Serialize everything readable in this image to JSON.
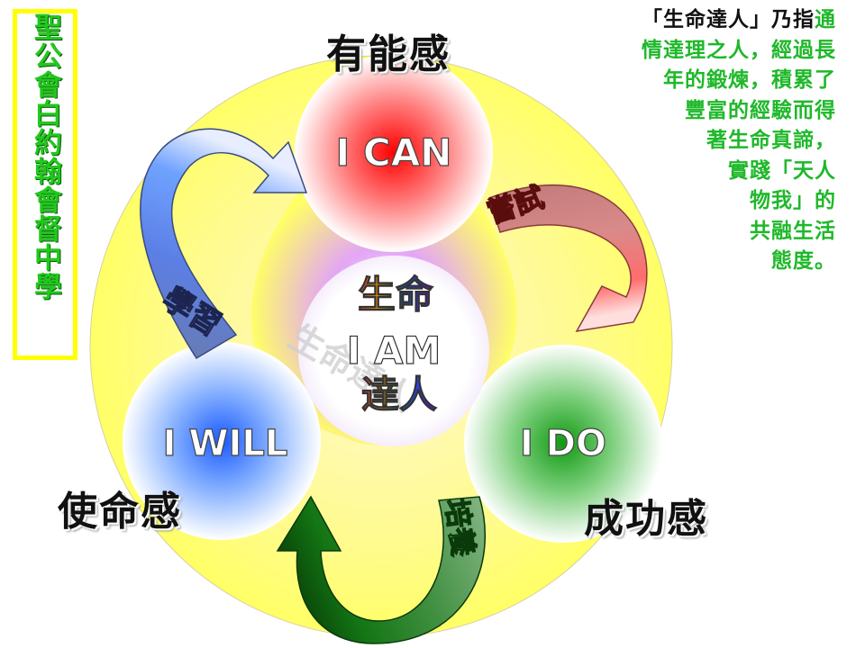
{
  "school_name": "聖公會白約翰會督中學",
  "labels": {
    "i_can": "有能感",
    "i_will": "使命感",
    "i_do": "成功感"
  },
  "circles": {
    "i_can": "I CAN",
    "i_will": "I WILL",
    "i_do": "I DO",
    "center_top": "生命",
    "center_mid": "I AM",
    "center_bottom": "達人",
    "center_shadow": "生命達人"
  },
  "arrows": {
    "learn": "學習",
    "try": "嘗試",
    "nurture": "培養"
  },
  "definition": {
    "quote_black": "「生命達人」乃指",
    "lines": [
      "通",
      "情達理之人，經過長",
      "年的鍛煉，積累了",
      "豐富的經驗而得",
      "著生命真諦，",
      "實踐「天人",
      "物我」的",
      "共融生活",
      "態度。"
    ]
  },
  "colors": {
    "outer_ring": "#ffff66",
    "i_can": "#ff1a1a",
    "i_will": "#1a6bff",
    "i_do": "#1fa81f",
    "definition_text": "#1fb82a",
    "school_text": "#22c81e"
  }
}
